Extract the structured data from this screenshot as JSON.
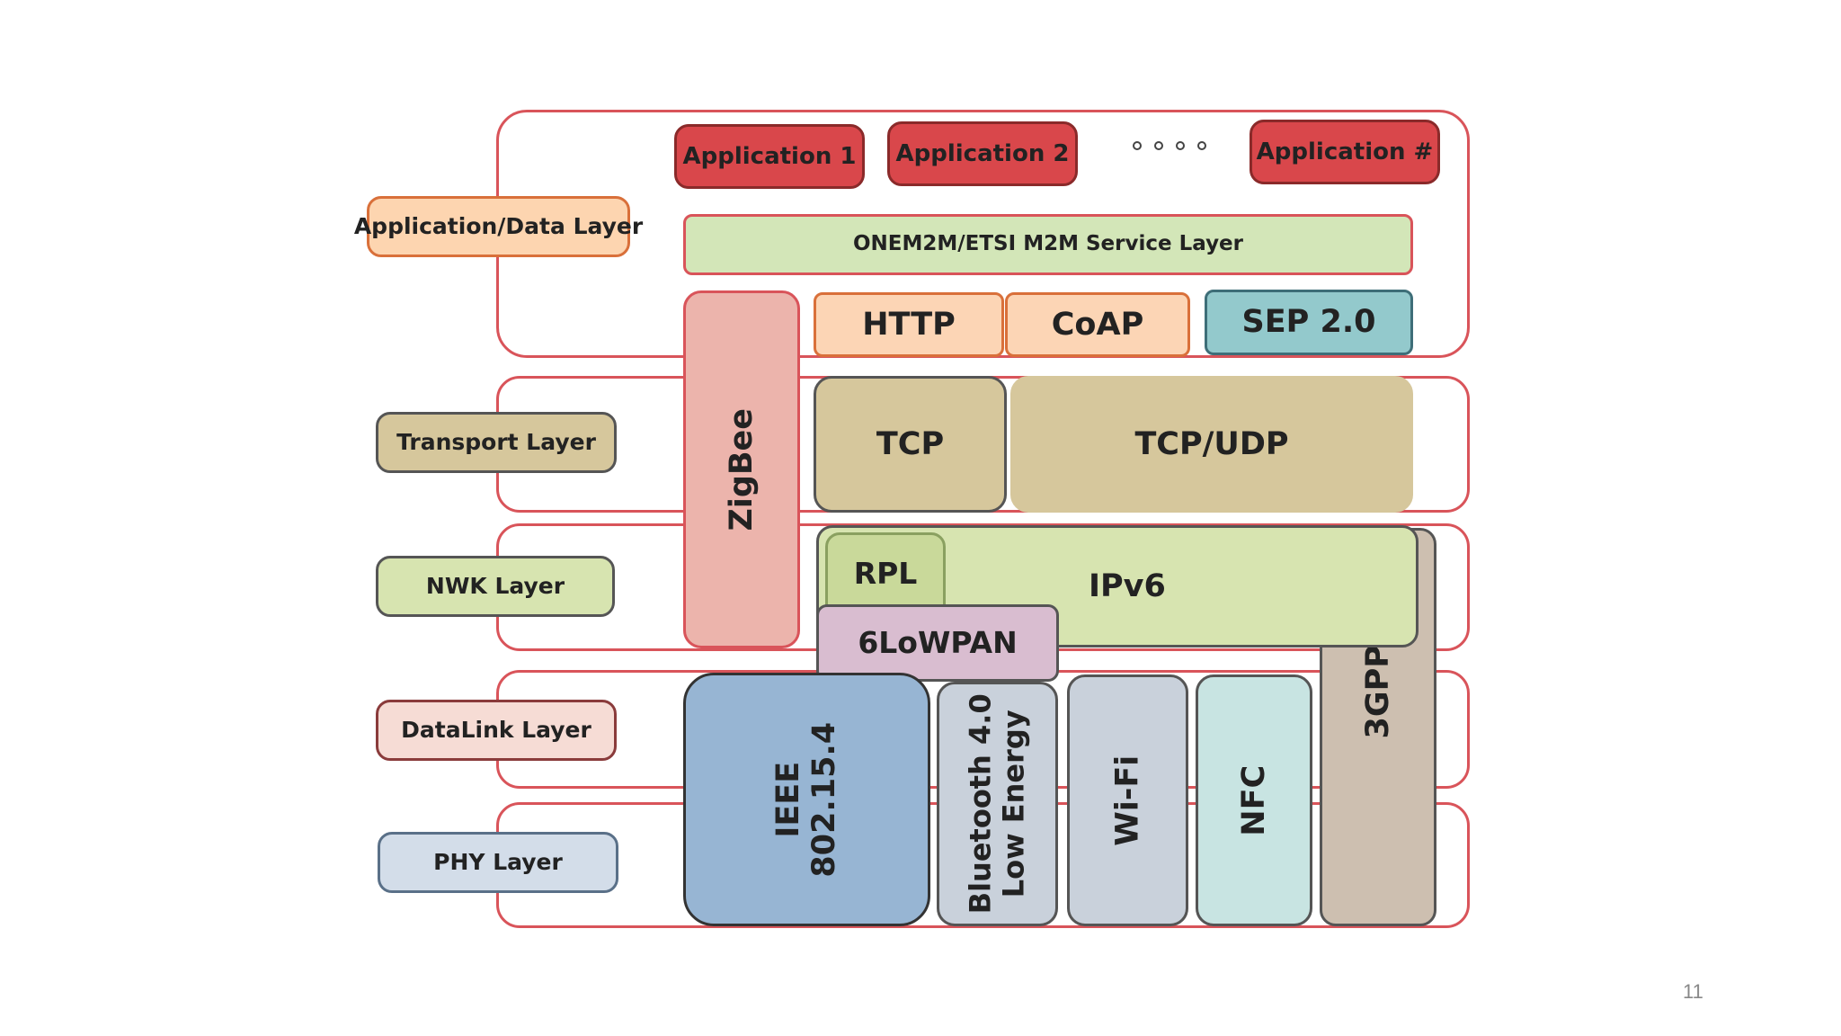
{
  "layers": {
    "application_data": "Application/Data Layer",
    "transport": "Transport Layer",
    "network": "NWK Layer",
    "datalink": "DataLink Layer",
    "phy": "PHY Layer"
  },
  "applications": [
    "Application 1",
    "Application 2",
    "Application #"
  ],
  "service_layer": "ONEM2M/ETSI M2M Service Layer",
  "protocols": {
    "http": "HTTP",
    "coap": "CoAP",
    "sep": "SEP 2.0",
    "zigbee": "ZigBee",
    "tcp": "TCP",
    "tcp_udp": "TCP/UDP",
    "rpl": "RPL",
    "ipv6": "IPv6",
    "sixlowpan": "6LoWPAN",
    "ieee": "IEEE\n802.15.4",
    "bluetooth": "Bluetooth 4.0\nLow Energy",
    "wifi": "Wi-Fi",
    "nfc": "NFC",
    "threegpp": "3GPP"
  },
  "page_number": "11",
  "colors": {
    "band_border": "#d9545a",
    "application": "#d9474b",
    "app_data_layer": "#fdd5b0",
    "service_layer": "#d3e6b8",
    "http_coap": "#fcd5b5",
    "sep": "#93c9cc",
    "zigbee": "#ecb4ac",
    "transport": "#d6c79c",
    "network": "#d7e4b0",
    "sixlowpan": "#d9bdd0",
    "ieee": "#97b5d3",
    "bluetooth_wifi": "#c9d1db",
    "nfc": "#c8e4e2",
    "threegpp": "#cdbfb0",
    "datalink": "#f6dcd5",
    "phy": "#d3dde9"
  }
}
